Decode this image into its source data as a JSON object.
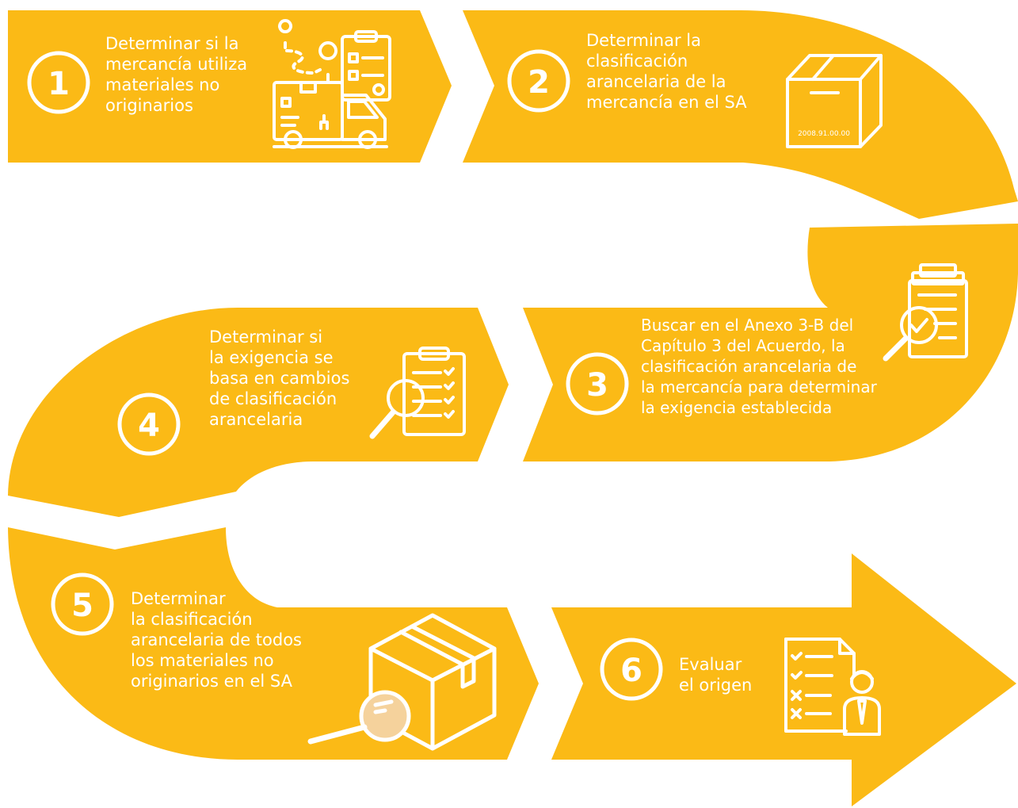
{
  "colors": {
    "band": "#FBBA16",
    "foreground": "#FFFFFF",
    "background": "#FFFFFF",
    "lens_fill": "#F5D29C"
  },
  "steps": [
    {
      "number": "1",
      "icon": "delivery-truck-checklist-icon",
      "lines": [
        "Determinar si la",
        "mercancía utiliza",
        "materiales no",
        "originarios"
      ]
    },
    {
      "number": "2",
      "icon": "box-icon",
      "box_code": "2008.91.00.00",
      "lines": [
        "Determinar la",
        "clasificación",
        "arancelaria de la",
        "mercancía en el SA"
      ]
    },
    {
      "number": "3",
      "icon": "document-check-magnifier-icon",
      "lines": [
        "Buscar en el Anexo 3-B del",
        "Capítulo 3 del Acuerdo, la",
        "clasificación arancelaria de",
        "la mercancía para determinar",
        "la exigencia establecida"
      ]
    },
    {
      "number": "4",
      "icon": "clipboard-magnifier-icon",
      "lines": [
        "Determinar si",
        "la exigencia se",
        "basa en cambios",
        "de clasificación",
        "arancelaria"
      ]
    },
    {
      "number": "5",
      "icon": "box-magnifier-icon",
      "lines": [
        "Determinar",
        "la clasificación",
        "arancelaria de todos",
        "los materiales no",
        "originarios en el SA"
      ]
    },
    {
      "number": "6",
      "icon": "checklist-person-icon",
      "lines": [
        "Evaluar",
        "el origen"
      ]
    }
  ]
}
